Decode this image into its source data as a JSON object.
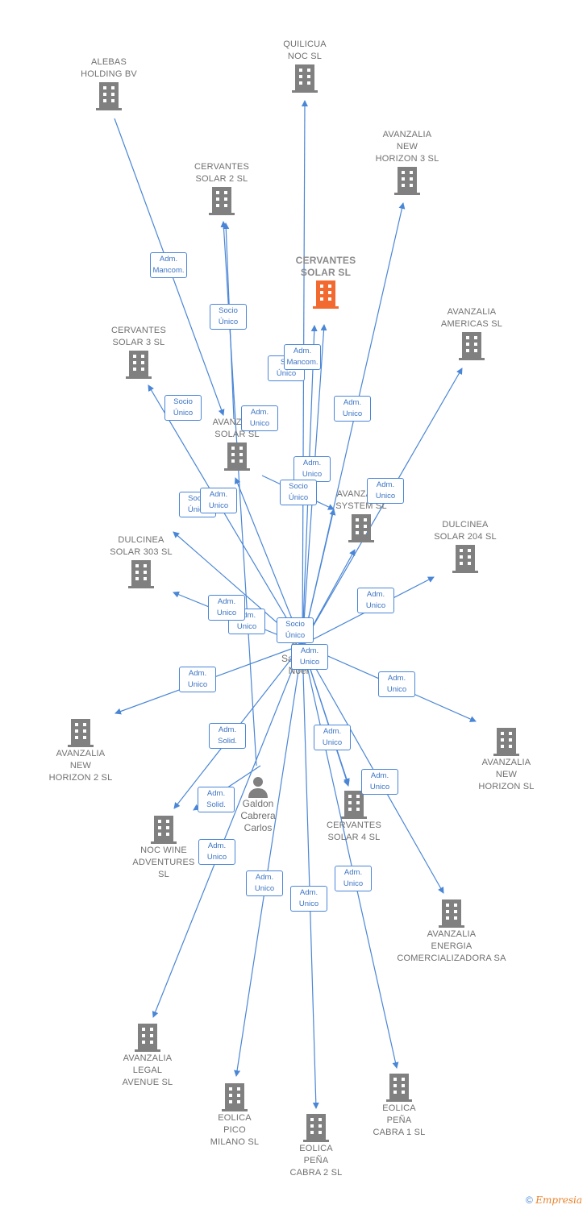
{
  "colors": {
    "edge": "#4a86d6",
    "node": "#808080",
    "main_node": "#f26a30"
  },
  "nodes": [
    {
      "id": "alebas",
      "label": "ALEBAS\nHOLDING BV"
    },
    {
      "id": "quilicua",
      "label": "QUILICUA\nNOC  SL"
    },
    {
      "id": "avnh3",
      "label": "AVANZALIA\nNEW\nHORIZON 3  SL"
    },
    {
      "id": "cs2",
      "label": "CERVANTES\nSOLAR 2  SL"
    },
    {
      "id": "cs",
      "label": "CERVANTES\nSOLAR  SL",
      "main": true
    },
    {
      "id": "avam",
      "label": "AVANZALIA\nAMERICAS  SL"
    },
    {
      "id": "cs3",
      "label": "CERVANTES\nSOLAR 3  SL"
    },
    {
      "id": "avsolar",
      "label": "AVANZALIA\nSOLAR SL"
    },
    {
      "id": "avsys",
      "label": "AVANZALIA\nSYSTEM SL"
    },
    {
      "id": "d204",
      "label": "DULCINEA\nSOLAR 204 SL"
    },
    {
      "id": "d303",
      "label": "DULCINEA\nSOLAR 303 SL"
    },
    {
      "id": "avnh2",
      "label": "AVANZALIA\nNEW\nHORIZON 2  SL"
    },
    {
      "id": "avnh",
      "label": "AVANZALIA\nNEW\nHORIZON  SL"
    },
    {
      "id": "nocwine",
      "label": "NOC WINE\nADVENTURES\nSL"
    },
    {
      "id": "cs4",
      "label": "CERVANTES\nSOLAR 4  SL"
    },
    {
      "id": "avener",
      "label": "AVANZALIA\nENERGIA\nCOMERCIALIZADORA SA"
    },
    {
      "id": "avlegal",
      "label": "AVANZALIA\nLEGAL\nAVENUE  SL"
    },
    {
      "id": "epico",
      "label": "EOLICA\nPICO\nMILANO SL"
    },
    {
      "id": "epena2",
      "label": "EOLICA\nPEÑA\nCABRA 2  SL"
    },
    {
      "id": "epena1",
      "label": "EOLICA\nPEÑA\nCABRA 1  SL"
    }
  ],
  "persons": [
    {
      "id": "sabater",
      "label": "C...\nSabater\nNoel"
    },
    {
      "id": "galdon",
      "label": "Galdon\nCabrera\nCarlos"
    }
  ],
  "relations": [
    {
      "text": "Adm.\nMancom."
    },
    {
      "text": "Socio\nÚnico"
    },
    {
      "text": "S...\nÚnico"
    },
    {
      "text": "Adm.\nMancom."
    },
    {
      "text": "Adm.\nUnico"
    },
    {
      "text": "Socio\nÚnico"
    },
    {
      "text": "Adm.\nUnico"
    },
    {
      "text": "Adm.\nUnico"
    },
    {
      "text": "Socio\nÚnico"
    },
    {
      "text": "Adm.\nUnico"
    },
    {
      "text": "Socio\nÚnico"
    },
    {
      "text": "Adm.\nUnico"
    },
    {
      "text": "Adm.\nUnico"
    },
    {
      "text": "Adm.\nUnico"
    },
    {
      "text": "Adm.\nUnico"
    },
    {
      "text": "Socio\nÚnico"
    },
    {
      "text": "Adm.\nUnico"
    },
    {
      "text": "Adm.\nUnico"
    },
    {
      "text": "Adm.\nUnico"
    },
    {
      "text": "Adm.\nSolid."
    },
    {
      "text": "Adm.\nUnico"
    },
    {
      "text": "Adm.\nUnico"
    },
    {
      "text": "Adm.\nSolid."
    },
    {
      "text": "Adm.\nUnico"
    },
    {
      "text": "Adm.\nUnico"
    },
    {
      "text": "Adm.\nUnico"
    },
    {
      "text": "Adm.\nUnico"
    }
  ],
  "footer": {
    "copyright": "©",
    "brand": "Empresia"
  }
}
